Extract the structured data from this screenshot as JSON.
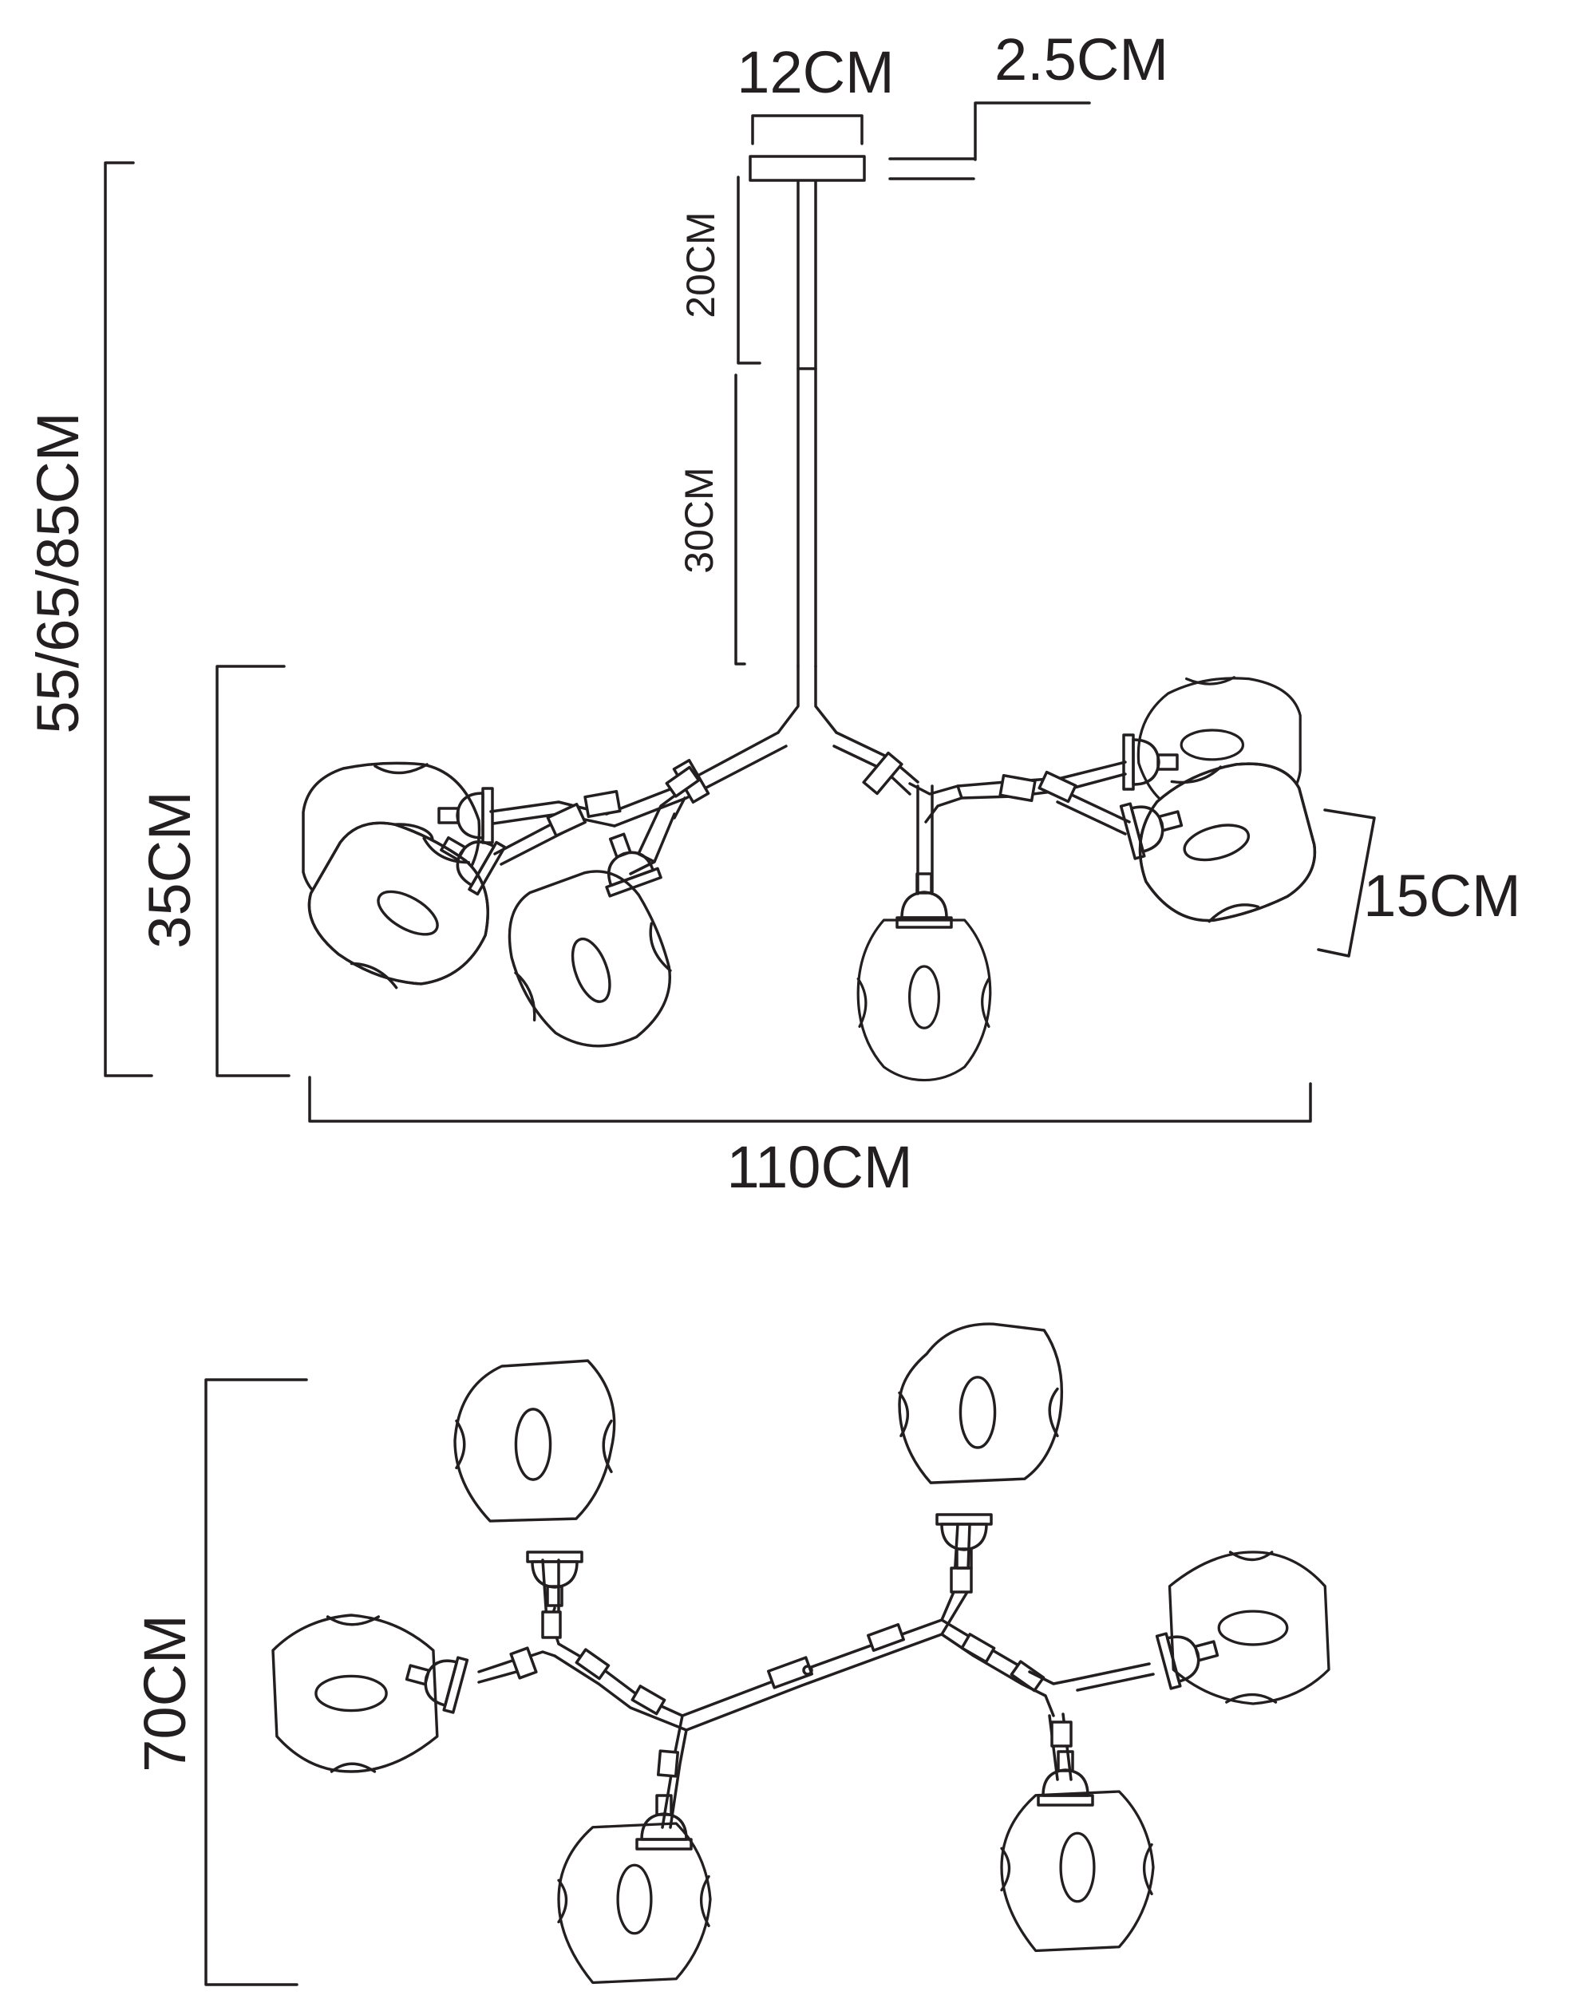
{
  "dimensions": {
    "canopy_width": "12CM",
    "canopy_height": "2.5CM",
    "rod_upper": "20CM",
    "rod_lower": "30CM",
    "total_height": "55/65/85CM",
    "body_height": "35CM",
    "shade_height": "15CM",
    "width": "110CM",
    "depth": "70CM"
  },
  "colors": {
    "line": "#231f20",
    "background": "#ffffff"
  }
}
